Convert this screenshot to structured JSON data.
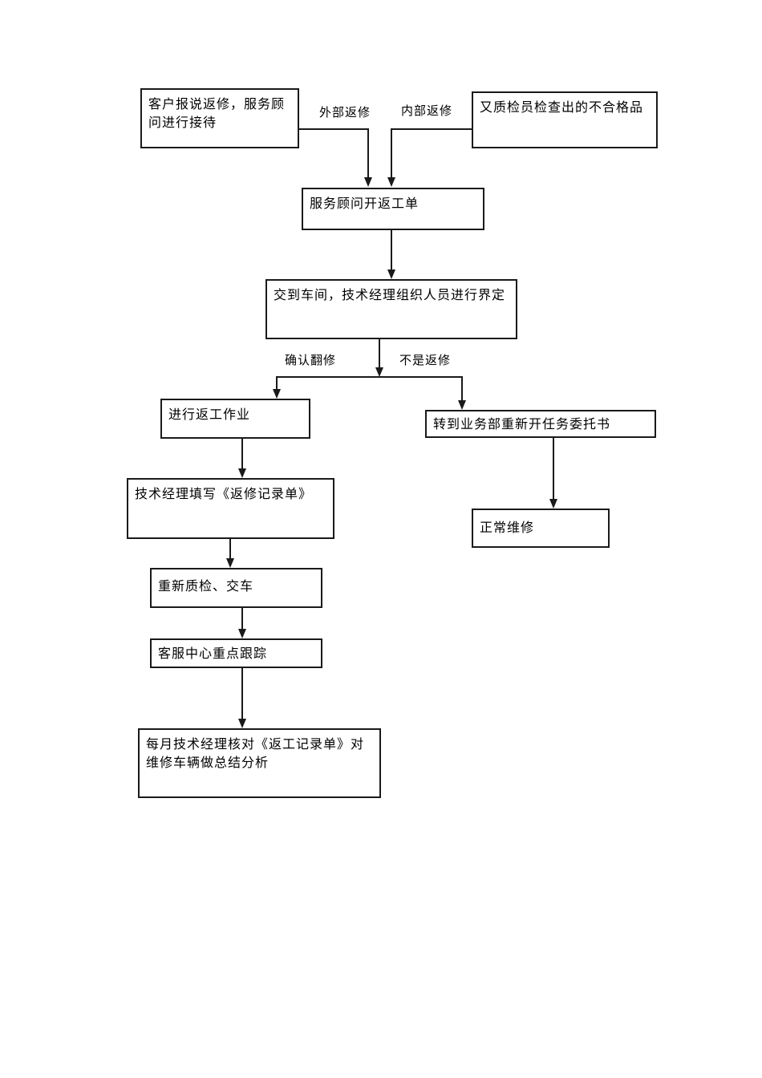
{
  "page": {
    "background": "#ffffff"
  },
  "diagram": {
    "type": "flowchart",
    "line_color": "#1a1a1a",
    "box_fill": "#ffffff",
    "nodes": [
      {
        "id": "customer-report",
        "label": "客户报说返修，服务顾\n问进行接待"
      },
      {
        "id": "inspector-reject",
        "label": "又质检员检查出的不合格品"
      },
      {
        "id": "open-rework-order",
        "label": "服务顾问开返工单"
      },
      {
        "id": "workshop-determine",
        "label": "交到车间，技术经理组织人员进行界定"
      },
      {
        "id": "do-rework",
        "label": "进行返工作业"
      },
      {
        "id": "transfer-business",
        "label": "转到业务部重新开任务委托书"
      },
      {
        "id": "fill-record",
        "label": "技术经理填写《返修记录单》"
      },
      {
        "id": "normal-repair",
        "label": "正常维修"
      },
      {
        "id": "recheck-deliver",
        "label": "重新质检、交车"
      },
      {
        "id": "service-track",
        "label": "客服中心重点跟踪"
      },
      {
        "id": "monthly-summary",
        "label": "每月技术经理核对《返工记录单》对\n维修车辆做总结分析"
      }
    ],
    "edge_labels": [
      {
        "id": "external-rework",
        "text": "外部返修"
      },
      {
        "id": "internal-rework",
        "text": "内部返修"
      },
      {
        "id": "confirm-rework",
        "text": "确认翻修"
      },
      {
        "id": "not-rework",
        "text": "不是返修"
      }
    ]
  }
}
